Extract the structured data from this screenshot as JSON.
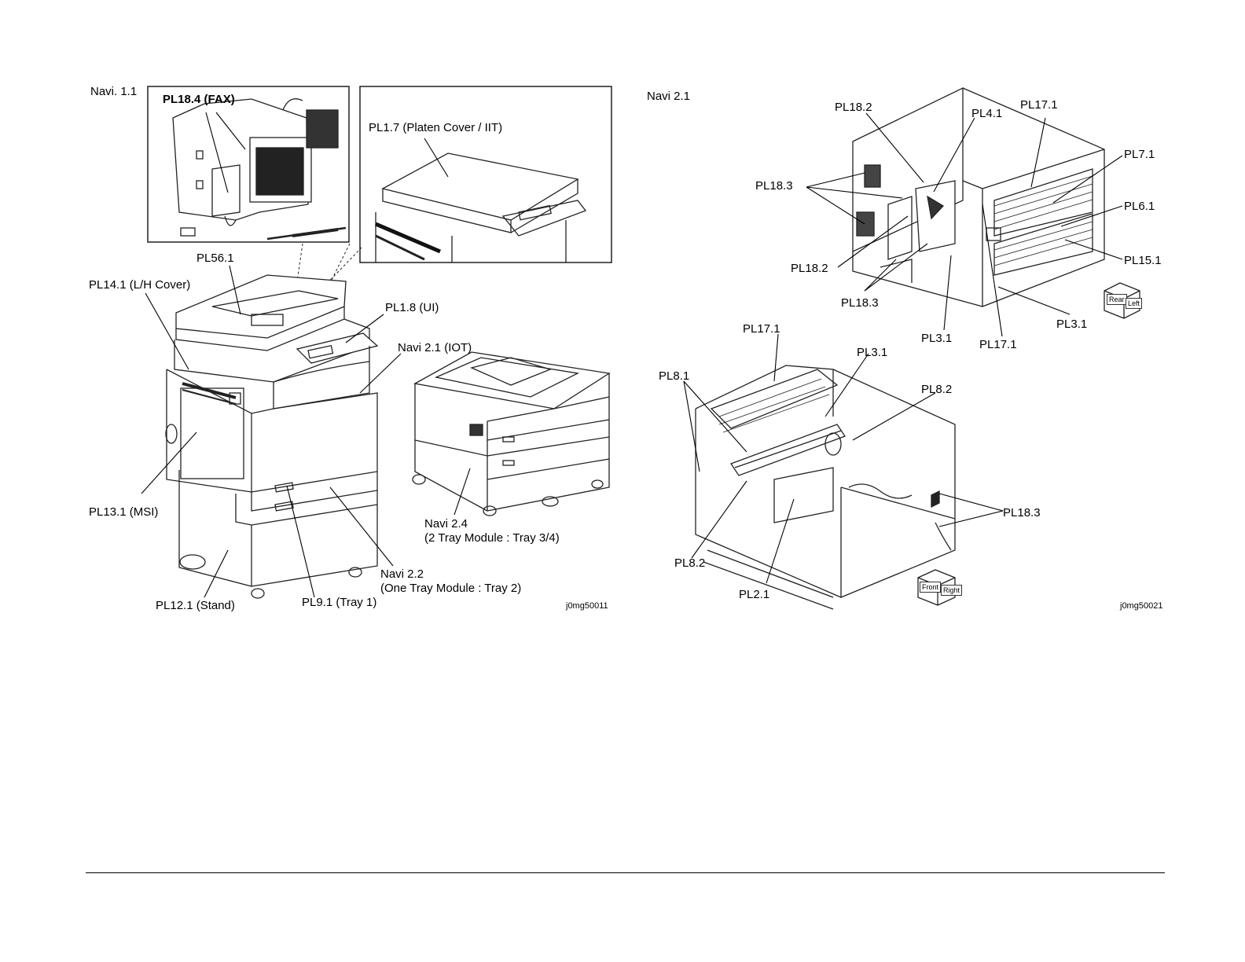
{
  "left_figure": {
    "navi_label": "Navi. 1.1",
    "fig_id": "j0mg50011",
    "callouts": {
      "fax": "PL18.4 (FAX)",
      "platen": "PL1.7 (Platen Cover / IIT)",
      "pl56": "PL56.1",
      "lh_cover": "PL14.1 (L/H Cover)",
      "ui": "PL1.8 (UI)",
      "iot": "Navi 2.1 (IOT)",
      "msi": "PL13.1 (MSI)",
      "navi24_a": "Navi 2.4",
      "navi24_b": "(2 Tray Module : Tray 3/4)",
      "navi22_a": "Navi 2.2",
      "navi22_b": "(One Tray Module : Tray 2)",
      "stand": "PL12.1 (Stand)",
      "tray1": "PL9.1 (Tray 1)"
    }
  },
  "right_figure": {
    "navi_label": "Navi 2.1",
    "fig_id": "j0mg50021",
    "view_tags": {
      "top_a": "Rear",
      "top_b": "Left",
      "bottom_a": "Front",
      "bottom_b": "Right"
    },
    "callouts": {
      "pl18_2_top": "PL18.2",
      "pl4_1": "PL4.1",
      "pl17_1_top": "PL17.1",
      "pl7_1": "PL7.1",
      "pl18_3_top": "PL18.3",
      "pl6_1": "PL6.1",
      "pl15_1": "PL15.1",
      "pl18_2_mid": "PL18.2",
      "pl18_3_mid": "PL18.3",
      "pl3_1_a": "PL3.1",
      "pl17_1_mid": "PL17.1",
      "pl3_1_b": "PL3.1",
      "pl17_1_low": "PL17.1",
      "pl3_1_low": "PL3.1",
      "pl8_1": "PL8.1",
      "pl8_2_a": "PL8.2",
      "pl18_3_low": "PL18.3",
      "pl8_2_b": "PL8.2",
      "pl2_1": "PL2.1"
    }
  }
}
